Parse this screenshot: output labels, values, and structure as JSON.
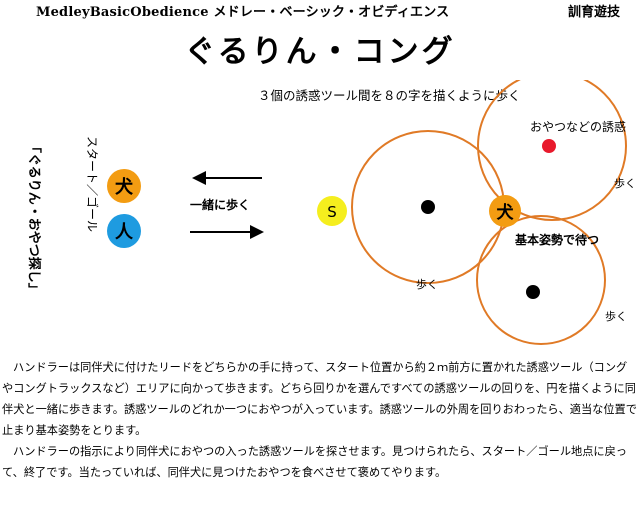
{
  "header": {
    "series": "MedleyBasicObedience メドレー・ベーシック・オビディエンス",
    "club": "訓育遊技"
  },
  "title": "ぐるりん・コング",
  "diagram": {
    "caption_top": "３個の誘惑ツール間を８の字を描くように歩く",
    "treat_label": "おやつなどの誘惑",
    "walk_label": "歩く",
    "walk_with_label": "一緒に歩く",
    "basic_position_label": "基本姿勢で待つ",
    "start_marker": "S",
    "dog_glyph": "犬",
    "person_glyph": "人",
    "start_goal_label": "スタート／ゴール",
    "side_title": "「ぐるりん・おやつ探し」",
    "colors": {
      "circle_stroke": "#E07A26",
      "dog_fill": "#F39C12",
      "person_fill": "#1E9BE0",
      "start_fill": "#F5EE1E",
      "treat_dot": "#E8192C"
    }
  },
  "description": {
    "paragraph1": "ハンドラーは同伴犬に付けたリードをどちらかの手に持って、スタート位置から約２ｍ前方に置かれた誘惑ツール（コングやコングトラックスなど）エリアに向かって歩きます。どちら回りかを選んですべての誘惑ツールの回りを、円を描くように同伴犬と一緒に歩きます。誘惑ツールのどれか一つにおやつが入っています。誘惑ツールの外周を回りおわったら、適当な位置で止まり基本姿勢をとります。",
    "paragraph2": "ハンドラーの指示により同伴犬におやつの入った誘惑ツールを探させます。見つけられたら、スタート／ゴール地点に戻って、終了です。当たっていれば、同伴犬に見つけたおやつを食べさせて褒めてやります。"
  }
}
